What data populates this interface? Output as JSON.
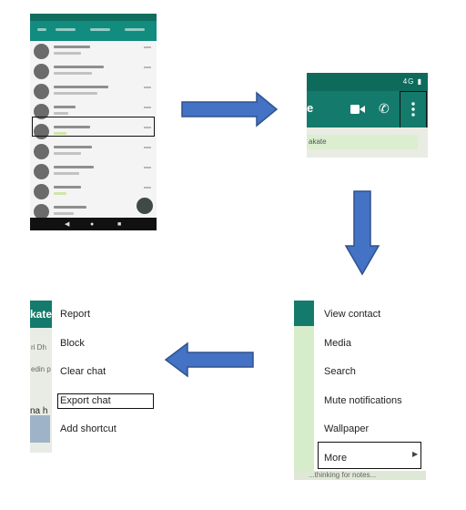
{
  "steps": {
    "chat_list": {},
    "chat_header": {
      "title_fragment": "e",
      "status_icons": "4G ▮",
      "snippet_fragment": "akate"
    },
    "chat_menu": {
      "items": [
        {
          "label": "View contact"
        },
        {
          "label": "Media"
        },
        {
          "label": "Search"
        },
        {
          "label": "Mute notifications"
        },
        {
          "label": "Wallpaper"
        },
        {
          "label": "More"
        }
      ],
      "footer_fragment": "...thinking for notes..."
    },
    "more_menu": {
      "appbar_fragment": "kate",
      "edge_text_1": "ri Dh",
      "edge_text_2": "edin p",
      "edge_text_3": "na h",
      "items": [
        {
          "label": "Report"
        },
        {
          "label": "Block"
        },
        {
          "label": "Clear chat"
        },
        {
          "label": "Export chat"
        },
        {
          "label": "Add shortcut"
        }
      ]
    }
  },
  "highlighted": {
    "chat_list_row": 4,
    "chat_header_control": "more-options",
    "chat_menu_item": "More",
    "more_menu_item": "Export chat"
  },
  "colors": {
    "app_green": "#147b6c",
    "status_green": "#0e6b5c",
    "arrow_blue": "#4472c4",
    "arrow_outline": "#2f528f",
    "highlight_border": "#111111"
  }
}
